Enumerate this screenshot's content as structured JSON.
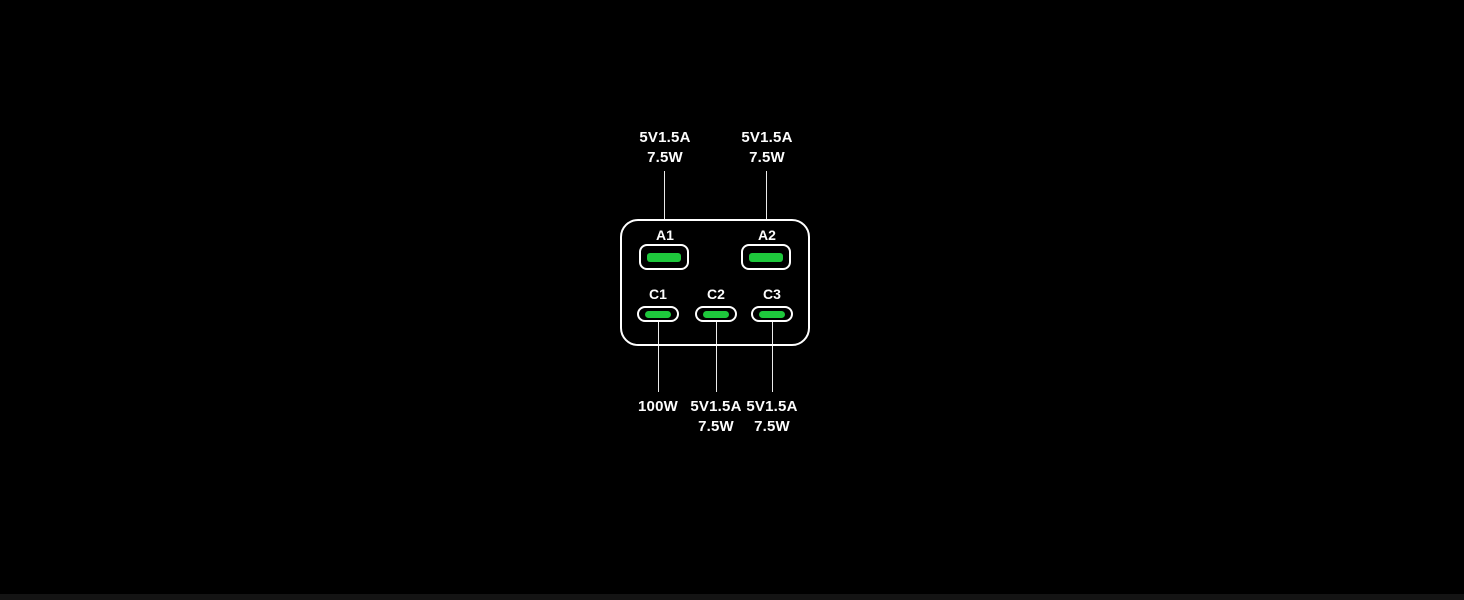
{
  "colors": {
    "background": "#000000",
    "outline_white": "#FFFFFF",
    "pin_green": "#1EC83C",
    "bottom_strip": "#141414"
  },
  "device": {
    "name": "charger-port-diagram",
    "usba_ports": [
      {
        "label": "A1",
        "spec": "5V1.5A\n7.5W"
      },
      {
        "label": "A2",
        "spec": "5V1.5A\n7.5W"
      }
    ],
    "usbc_ports": [
      {
        "label": "C1",
        "spec": "100W"
      },
      {
        "label": "C2",
        "spec": "5V1.5A\n7.5W"
      },
      {
        "label": "C3",
        "spec": "5V1.5A\n7.5W"
      }
    ]
  }
}
